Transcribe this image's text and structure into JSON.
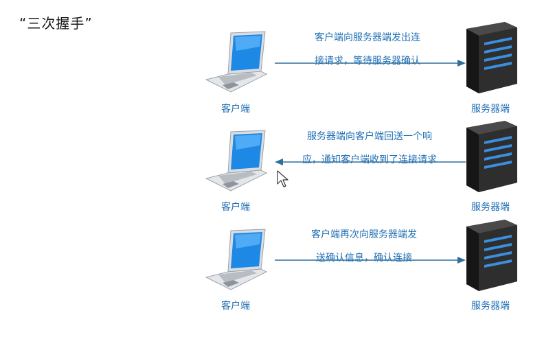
{
  "title": "“三次握手”",
  "steps": [
    {
      "client_label": "客户端",
      "server_label": "服务器端",
      "message_line1": "客户端向服务器端发出连",
      "message_line2": "接请求，等待服务器确认",
      "direction": "client-to-server"
    },
    {
      "client_label": "客户端",
      "server_label": "服务器端",
      "message_line1": "服务器端向客户端回送一个响",
      "message_line2": "应，通知客户端收到了连接请求",
      "direction": "server-to-client"
    },
    {
      "client_label": "客户端",
      "server_label": "服务器端",
      "message_line1": "客户端再次向服务器端发",
      "message_line2": "送确认信息，确认连接",
      "direction": "client-to-server"
    }
  ],
  "colors": {
    "text_accent": "#1f6fb5",
    "arrow": "#2f6f9f",
    "server_body": "#2b2b2b",
    "server_light": "#3a8fe0",
    "laptop_screen": "#1e88e5"
  },
  "icons": {
    "client": "laptop-icon",
    "server": "server-tower-icon",
    "cursor": "mouse-pointer-icon"
  }
}
